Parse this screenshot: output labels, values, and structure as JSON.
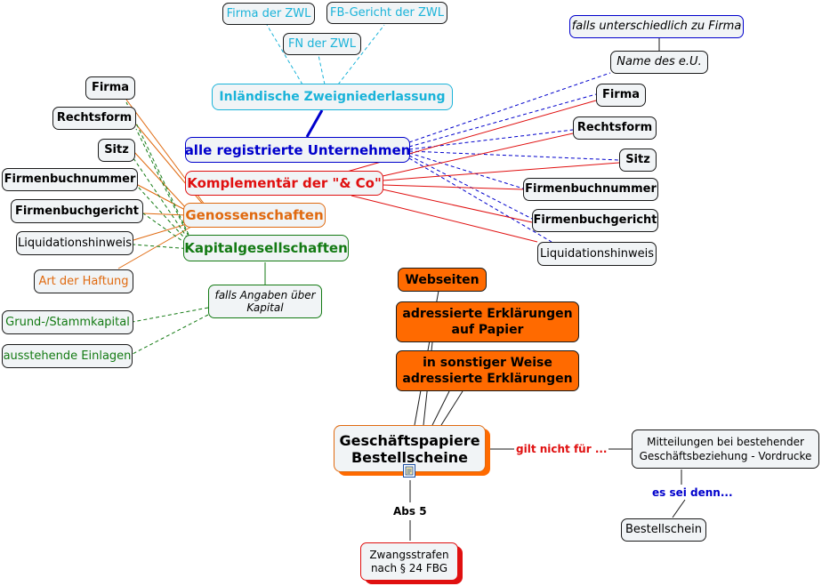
{
  "nodes": {
    "firma_zwl": "Firma der ZWL",
    "fb_gericht_zwl": "FB-Gericht der ZWL",
    "fn_zwl": "FN der ZWL",
    "inlaendische": "Inländische Zweigniederlassung",
    "falls_unterschiedlich": "falls unterschiedlich zu Firma",
    "name_eu": "Name des e.U.",
    "r_firma": "Firma",
    "r_rechtsform": "Rechtsform",
    "r_sitz": "Sitz",
    "r_firmenbuchnummer": "Firmenbuchnummer",
    "r_firmenbuchgericht": "Firmenbuchgericht",
    "r_liquidationshinweis": "Liquidationshinweis",
    "alle_registrierte": "alle registrierte Unternehmen",
    "komplementaer": "Komplementär der \"& Co\"",
    "genossenschaften": "Genossenschaften",
    "kapitalgesellschaften": "Kapitalgesellschaften",
    "l_firma": "Firma",
    "l_rechtsform": "Rechtsform",
    "l_sitz": "Sitz",
    "l_firmenbuchnummer": "Firmenbuchnummer",
    "l_firmenbuchgericht": "Firmenbuchgericht",
    "l_liquidationshinweis": "Liquidationshinweis",
    "art_haftung": "Art der Haftung",
    "falls_angaben": "falls Angaben über Kapital",
    "grund_stammkapital": "Grund-/Stammkapital",
    "ausstehende_einlagen": "ausstehende Einlagen",
    "webseiten": "Webseiten",
    "adressierte_papier": "adressierte Erklärungen auf Papier",
    "sonstiger_weise": "in sonstiger Weise adressierte Erklärungen",
    "geschaeftspapiere": "Geschäftspapiere Bestellscheine",
    "mitteilungen": "Mitteilungen bei bestehender Geschäftsbeziehung - Vordrucke",
    "bestellschein": "Bestellschein",
    "zwangsstrafen": "Zwangsstrafen nach § 24 FBG"
  },
  "labels": {
    "gilt_nicht": "gilt nicht für ...",
    "es_sei_denn": "es sei denn...",
    "abs5": "Abs 5"
  },
  "colors": {
    "cyan": "#1ab3d9",
    "blue": "#0000cc",
    "red": "#e01010",
    "orange": "#e06a10",
    "green": "#137a13",
    "hub_orange": "#ff6a00"
  },
  "icons": {
    "note": "note-icon"
  }
}
